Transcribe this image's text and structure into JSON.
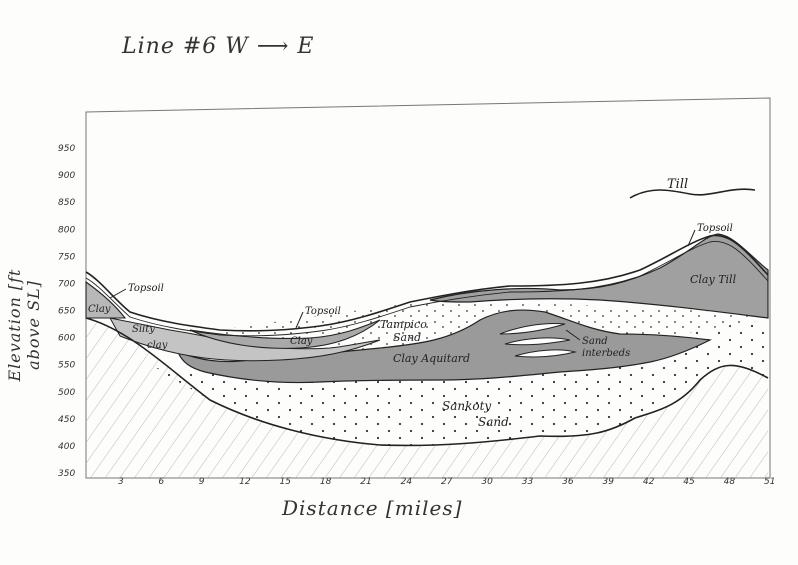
{
  "diagram": {
    "title": "Line #6  W ⟶ E",
    "x_axis_label": "Distance [miles]",
    "y_axis_label": "Elevation [ft above SL]",
    "y_ticks": [
      "950",
      "900",
      "850",
      "800",
      "750",
      "700",
      "650",
      "600",
      "550",
      "500",
      "450",
      "400",
      "350"
    ],
    "x_ticks": [
      "3",
      "6",
      "9",
      "12",
      "15",
      "18",
      "21",
      "24",
      "27",
      "30",
      "33",
      "36",
      "39",
      "42",
      "45",
      "48",
      "51"
    ],
    "layers": {
      "topsoil_left": "Topsoil",
      "topsoil_mid": "Topsoil",
      "topsoil_right": "Topsoil",
      "clay_left": "Clay",
      "silty_clay_1": "Silty",
      "silty_clay_2": "clay",
      "clay_mid": "Clay",
      "tampico_1": "Tampico",
      "tampico_2": "Sand",
      "clay_aquitard": "Clay Aquitard",
      "sand_interbeds_1": "Sand",
      "sand_interbeds_2": "interbeds",
      "sankoty_1": "Sankoty",
      "sankoty_2": "Sand",
      "clay_till": "Clay Till",
      "till": "Till"
    },
    "colors": {
      "ink": "#222222",
      "shade_dark": "#8c8c8c",
      "shade_mid": "#b5b5b5",
      "paper": "#fdfdfb"
    }
  }
}
